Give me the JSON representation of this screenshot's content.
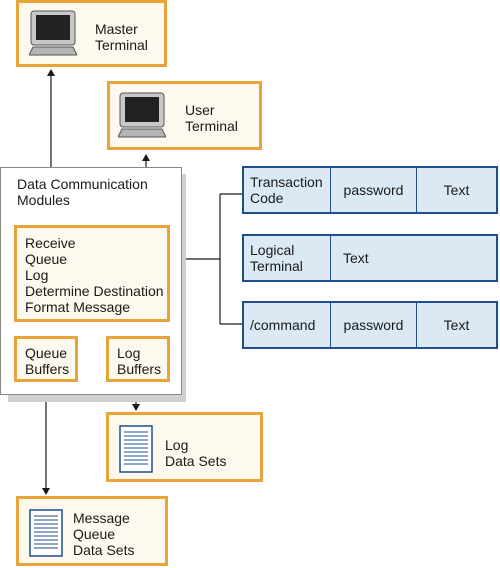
{
  "master_terminal": {
    "line1": "Master",
    "line2": "Terminal"
  },
  "user_terminal": {
    "line1": "User",
    "line2": "Terminal"
  },
  "dc_modules": {
    "line1": "Data Communication",
    "line2": "Modules"
  },
  "functions": [
    "Receive",
    "Queue",
    "Log",
    "Determine Destination",
    "Format Message"
  ],
  "queue_buffers": {
    "line1": "Queue",
    "line2": "Buffers"
  },
  "log_buffers": {
    "line1": "Log",
    "line2": "Buffers"
  },
  "log_data_sets": {
    "line1": "Log",
    "line2": "Data Sets"
  },
  "message_queue": {
    "line1": "Message",
    "line2": "Queue",
    "line3": "Data Sets"
  },
  "formats": {
    "transaction": {
      "line1": "Transaction",
      "line2": "Code",
      "col2": "password",
      "col3": "Text"
    },
    "logical": {
      "line1": "Logical",
      "line2": "Terminal",
      "col2": "Text"
    },
    "command": {
      "col1": "/command",
      "col2": "password",
      "col3": "Text"
    }
  },
  "colors": {
    "orange": "#e8a33a",
    "blue": "#1f4e8c",
    "light_blue": "#dbe9f5",
    "cream": "#fdf9ee"
  }
}
